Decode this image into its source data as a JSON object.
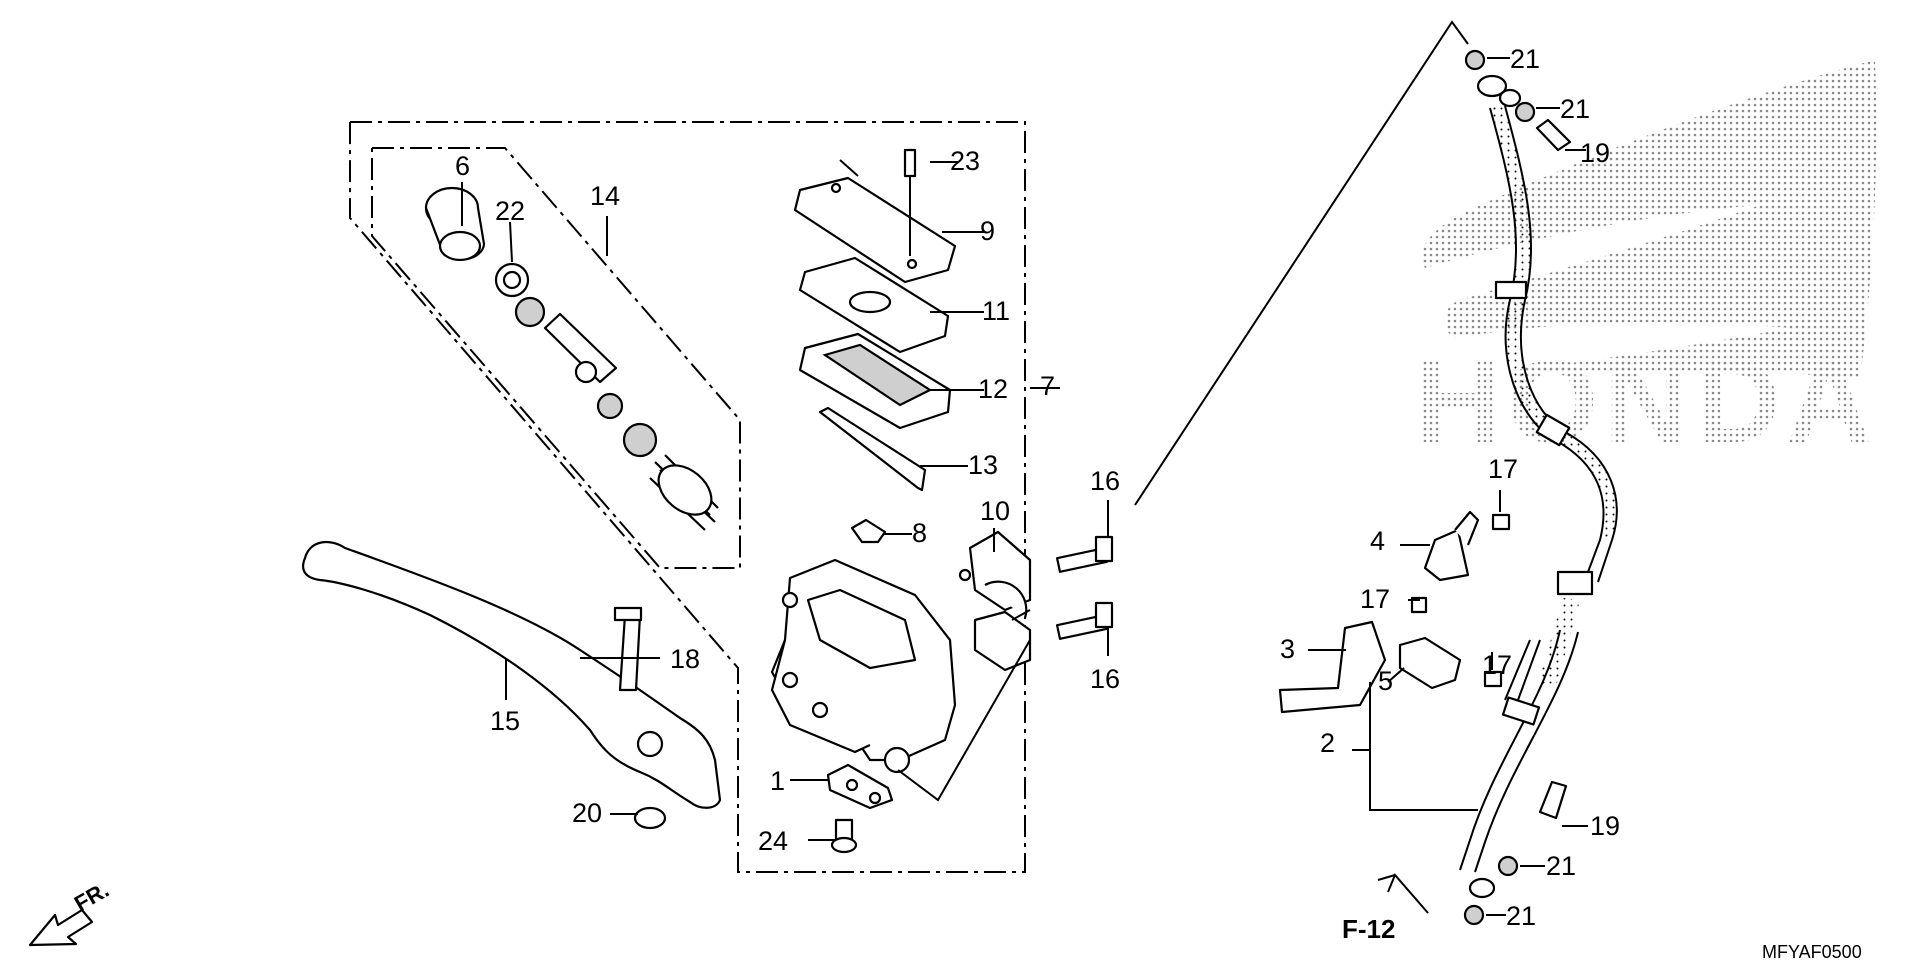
{
  "diagram": {
    "drawing_code": "MFYAF0500",
    "reference_label": "F-12",
    "direction_label": "FR.",
    "watermark_text": "HONDA",
    "colors": {
      "ink": "#000000",
      "watermark": "#9a9a9a",
      "paper": "#ffffff"
    },
    "callouts": [
      "1",
      "2",
      "3",
      "4",
      "5",
      "6",
      "7",
      "8",
      "9",
      "10",
      "11",
      "12",
      "13",
      "14",
      "15",
      "16",
      "16",
      "17",
      "17",
      "17",
      "18",
      "19",
      "19",
      "20",
      "21",
      "21",
      "21",
      "21",
      "22",
      "23",
      "24"
    ]
  }
}
